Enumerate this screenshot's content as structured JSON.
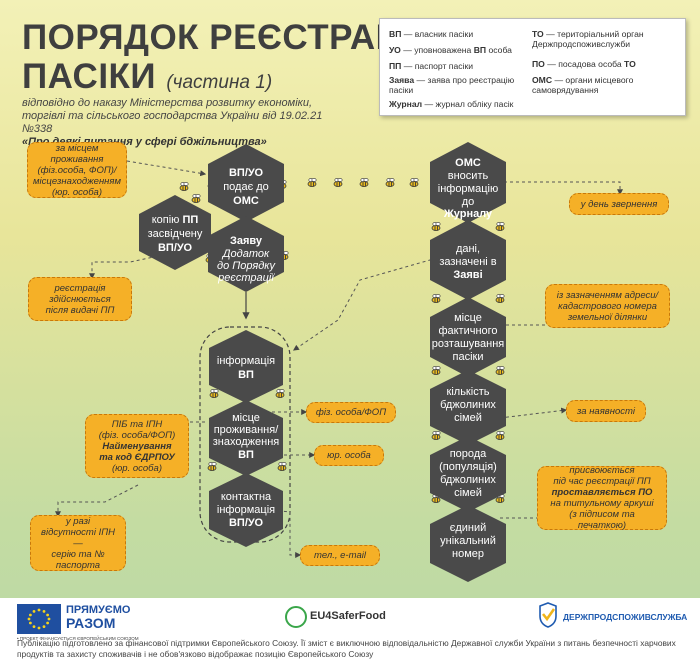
{
  "title": {
    "line1": "ПОРЯДОК РЕЄСТРАЦІЇ",
    "line2": "ПАСІКИ",
    "part": "(частина 1)"
  },
  "subtitle": {
    "line": "відповідно до наказу Міністерства розвитку економіки, торгівлі та сільського господарства України від 19.02.21 №338",
    "quote": "«Про деякі питання у сфері бджільництва»"
  },
  "legend": {
    "vp": {
      "abbr": "ВП",
      "text": "— власник пасіки"
    },
    "uo": {
      "abbr": "УО",
      "text": "— уповноважена",
      "abbr2": "ВП",
      "text2": "особа"
    },
    "pp": {
      "abbr": "ПП",
      "text": "— паспорт пасіки"
    },
    "zayava": {
      "abbr": "Заява",
      "text": "— заява про реєстрацію пасіки"
    },
    "zhurnal": {
      "abbr": "Журнал",
      "text": "— журнал обліку пасік"
    },
    "to": {
      "abbr": "ТО",
      "text": "— територіальний орган Держпродспоживслужби"
    },
    "po": {
      "abbr": "ПО",
      "text": "— посадова особа",
      "abbr2": "ТО"
    },
    "oms": {
      "abbr": "ОМС",
      "text": "— органи місцевого самоврядування"
    }
  },
  "hexes": {
    "vp_submits": {
      "l1": "ВП/УО",
      "l2": "подає до",
      "l3": "ОМС"
    },
    "copy_pp": {
      "l1": "копію",
      "l1b": "ПП",
      "l2": "засвідчену",
      "l3": "ВП/УО"
    },
    "zayava": {
      "l1": "Заяву",
      "l2": "Додаток",
      "l3": "до Порядку",
      "l4": "реєстрації"
    },
    "info_vp": {
      "l1": "інформація",
      "l2": "ВП"
    },
    "residence": {
      "l1": "місце",
      "l2": "проживання/",
      "l3": "знаходження",
      "l4": "ВП"
    },
    "contact": {
      "l1": "контактна",
      "l2": "інформація",
      "l3": "ВП/УО"
    },
    "oms_enters": {
      "l1": "ОМС",
      "l2": "вносить",
      "l3": "інформацію",
      "l4": "до",
      "l5": "Журналу"
    },
    "data_in": {
      "l1": "дані,",
      "l2": "зазначені в",
      "l3": "Заяві"
    },
    "location": {
      "l1": "місце",
      "l2": "фактичного",
      "l3": "розташування",
      "l4": "пасіки"
    },
    "colonies": {
      "l1": "кількість",
      "l2": "бджолиних",
      "l3": "сімей"
    },
    "breed": {
      "l1": "порода",
      "l2": "(популяція)",
      "l3": "бджолиних",
      "l4": "сімей"
    },
    "unique": {
      "l1": "єдиний",
      "l2": "унікальний",
      "l3": "номер"
    }
  },
  "notes": {
    "residence_place": {
      "l1": "за місцем проживання",
      "l2": "(фіз.особа, ФОП)/",
      "l3": "місцезнаходженням",
      "l4": "(юр. особа)"
    },
    "registration": {
      "l1": "реєстрація",
      "l2": "здійснюється",
      "l3": "після видачі ПП"
    },
    "pib": {
      "l1": "ПІБ та ІПН",
      "l2": "(фіз. особа/ФОП)",
      "l3": "Найменування",
      "l4": "та код ЄДРПОУ",
      "l5": "(юр. особа)"
    },
    "no_ipn": {
      "l1": "у разі",
      "l2": "відсутності ІПН —",
      "l3": "серію та №",
      "l4": "паспорта"
    },
    "fiz": {
      "l1": "фіз. особа/ФОП"
    },
    "yur": {
      "l1": "юр. особа"
    },
    "tel": {
      "l1": "тел., e-mail"
    },
    "appeal_day": {
      "l1": "у день звернення"
    },
    "address": {
      "l1": "із зазначенням адреси/",
      "l2": "кадастрового номера",
      "l3": "земельної ділянки"
    },
    "if_any": {
      "l1": "за наявності"
    },
    "assigned": {
      "l1": "присвоюється",
      "l2": "під час реєстрації ПП",
      "l3": "проставляється ПО",
      "l4": "на титульному аркуші",
      "l5": "(з підписом та печаткою)"
    }
  },
  "footer": {
    "logo1_line1": "ПРЯМУЄМО",
    "logo1_line2": "РАЗОМ",
    "logo1_small": "• ПРОЕКТ ФІНАНСУЄТЬСЯ ЄВРОПЕЙСЬКИМ СОЮЗОМ",
    "logo2": "EU4SaferFood",
    "logo3": "ДЕРЖПРОДСПОЖИВСЛУЖБА",
    "note": "Публікацію підготовлено за фінансової підтримки Європейського Союзу. Її зміст є виключною відповідальністю Державної служби України з питань безпечності харчових продуктів та захисту споживачів і не обов'язково відображає позицію Європейського Союзу"
  },
  "colors": {
    "hex": "#4a4a4a",
    "note": "#f5b027",
    "accent": "#a06a18",
    "bee_yellow": "#f0c020"
  }
}
